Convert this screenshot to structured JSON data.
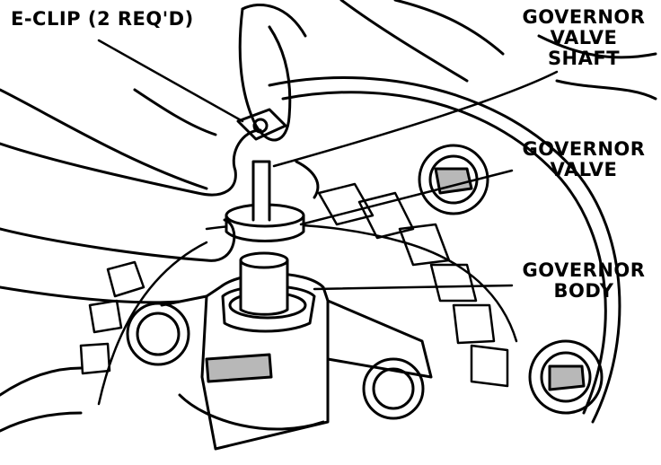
{
  "callouts": {
    "e_clip": "E-CLIP (2 REQ'D)",
    "shaft_line1": "GOVERNOR",
    "shaft_line2": "VALVE",
    "shaft_line3": "SHAFT",
    "valve_line1": "GOVERNOR",
    "valve_line2": "VALVE",
    "body_line1": "GOVERNOR",
    "body_line2": "BODY"
  },
  "colors": {
    "ink": "#000000",
    "paper": "#ffffff",
    "shade": "#b8b8b8"
  }
}
